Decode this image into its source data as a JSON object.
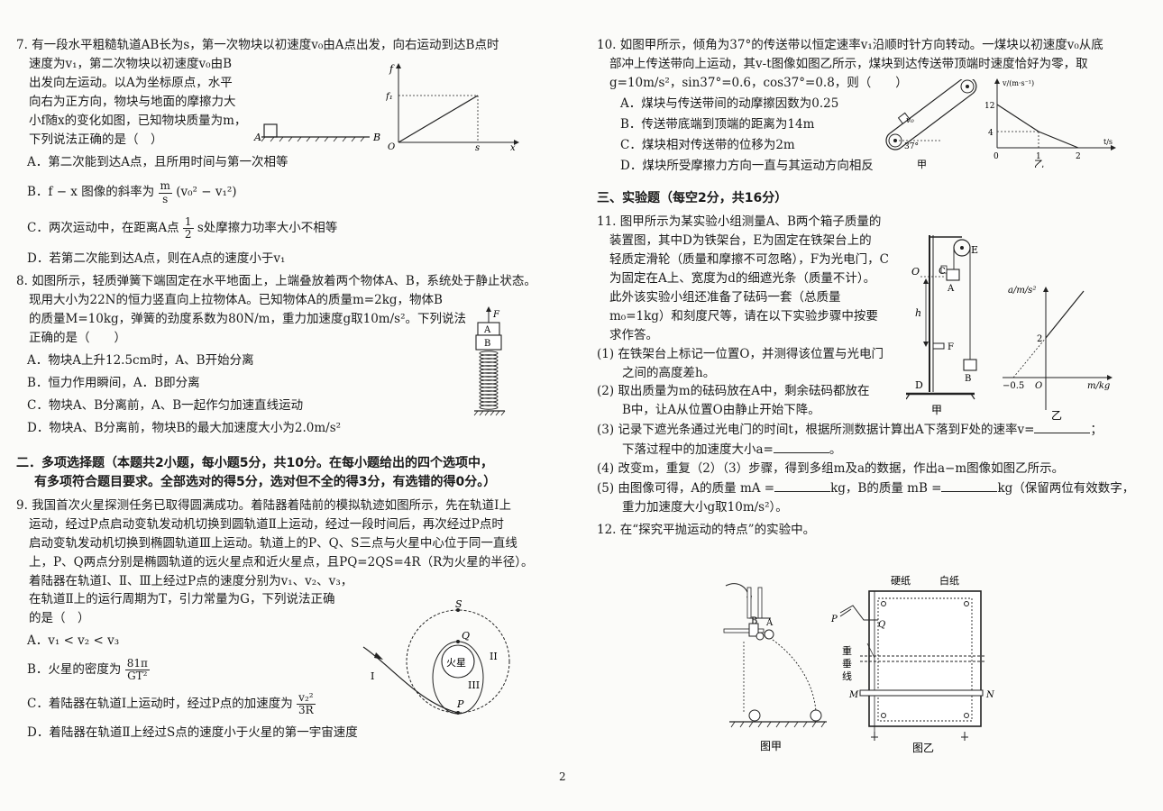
{
  "page_number": "2",
  "q7": {
    "lines": [
      "7. 有一段水平粗糙轨道AB长为s，第一次物块以初速度v₀由A点出发，向右运动到达B点时",
      "速度为v₁，第二次物块以初速度v₀由B",
      "出发向左运动。以A为坐标原点，水平",
      "向右为正方向，物块与地面的摩擦力大",
      "小f随x的变化如图，已知物块质量为m，",
      "下列说法正确的是（　）"
    ],
    "options": [
      "A．第二次能到达A点，且所用时间与第一次相等",
      "B．f − x 图像的斜率为",
      "C．两次运动中，在距离A点",
      "D．若第二次能到达A点，则在A点的速度小于v₁"
    ],
    "optB_frac_num": "m",
    "optB_frac_den": "s",
    "optB_tail": "(v₀² − v₁²)",
    "optC_frac_num": "1",
    "optC_frac_den": "2",
    "optC_tail": "s处摩擦力功率大小不相等",
    "fig_track_A": "A",
    "fig_track_B": "B",
    "fig_graph_f": "f",
    "fig_graph_f1": "f₁",
    "fig_graph_O": "O",
    "fig_graph_s": "s",
    "fig_graph_x": "x"
  },
  "q8": {
    "lines": [
      "8. 如图所示，轻质弹簧下端固定在水平地面上，上端叠放着两个物体A、B，系统处于静止状态。",
      "现用大小为22N的恒力竖直向上拉物体A。已知物体A的质量m=2kg，物体B",
      "的质量M=10kg，弹簧的劲度系数为80N/m，重力加速度g取10m/s²。下列说法",
      "正确的是（　　）"
    ],
    "options": [
      "A．物块A上升12.5cm时，A、B开始分离",
      "B．恒力作用瞬间，A．B即分离",
      "C．物块A、B分离前，A、B一起作匀加速直线运动",
      "D．物块A、B分离前，物块B的最大加速度大小为2.0m/s²"
    ],
    "fig_F": "F",
    "fig_A": "A",
    "fig_B": "B"
  },
  "section2": {
    "line1": "二．多项选择题（本题共2小题，每小题5分，共10分。在每小题给出的四个选项中，",
    "line2": "有多项符合题目要求。全部选对的得5分，选对但不全的得3分，有选错的得0分。）"
  },
  "q9": {
    "lines": [
      "9. 我国首次火星探测任务已取得圆满成功。着陆器着陆前的模拟轨迹如图所示，先在轨道Ⅰ上",
      "运动，经过P点启动变轨发动机切换到圆轨道Ⅱ上运动，经过一段时间后，再次经过P点时",
      "启动变轨发动机切换到椭圆轨道Ⅲ上运动。轨道上的P、Q、S三点与火星中心位于同一直线",
      "上，P、Q两点分别是椭圆轨道的远火星点和近火星点，且PQ=2QS=4R（R为火星的半径）。",
      "着陆器在轨道Ⅰ、Ⅱ、Ⅲ上经过P点的速度分别为v₁、v₂、v₃，",
      "在轨道Ⅱ上的运行周期为T，引力常量为G，下列说法正确",
      "的是（　）"
    ],
    "optA": "A．v₁ < v₂ < v₃",
    "optB_pre": "B．火星的密度为",
    "optB_num": "81π",
    "optB_den": "GT²",
    "optC_pre": "C．着陆器在轨道Ⅰ上运动时，经过P点的加速度为",
    "optC_num": "v₂²",
    "optC_den": "3R",
    "optD": "D．着陆器在轨道Ⅱ上经过S点的速度小于火星的第一宇宙速度",
    "fig_S": "S",
    "fig_Q": "Q",
    "fig_P": "P",
    "fig_I": "I",
    "fig_II": "II",
    "fig_III": "III",
    "fig_mars": "火星"
  },
  "q10": {
    "lines": [
      "10. 如图甲所示，倾角为37°的传送带以恒定速率v₁沿顺时针方向转动。一煤块以初速度v₀从底",
      "部冲上传送带向上运动，其v-t图像如图乙所示，煤块到达传送带顶端时速度恰好为零，取",
      "g=10m/s²，sin37°=0.6，cos37°=0.8，则（　　）"
    ],
    "options": [
      "A．煤块与传送带间的动摩擦因数为0.25",
      "B．传送带底端到顶端的距离为14m",
      "C．煤块相对传送带的位移为2m",
      "D．煤块所受摩擦力方向一直与其运动方向相反"
    ],
    "fig_jia": "甲",
    "fig_yi": "乙",
    "fig_angle": "37°",
    "fig_v0": "v₀",
    "fig_vaxis": "v/(m·s⁻¹)",
    "fig_taxis": "t/s",
    "fig_12": "12",
    "fig_4": "4",
    "fig_0": "0",
    "fig_1": "1",
    "fig_2": "2"
  },
  "section3": "三、实验题（每空2分，共16分）",
  "q11": {
    "lines": [
      "11. 图甲所示为某实验小组测量A、B两个箱子质量的",
      "装置图，其中D为铁架台，E为固定在铁架台上的",
      "轻质定滑轮（质量和摩擦不可忽略），F为光电门，C",
      "为固定在A上、宽度为d的细遮光条（质量不计）。",
      "此外该实验小组还准备了砝码一套（总质量",
      "m₀=1kg）和刻度尺等，请在以下实验步骤中按要",
      "求作答。"
    ],
    "step1a": "(1) 在铁架台上标记一位置O，并测得该位置与光电门",
    "step1b": "之间的高度差h。",
    "step2a": "(2) 取出质量为m的砝码放在A中，剩余砝码都放在",
    "step2b": "B中，让A从位置O由静止开始下降。",
    "step3a": "(3) 记录下遮光条通过光电门的时间t，根据所测数据计算出A下落到F处的速率v=",
    "step3a_tail": "；",
    "step3b": "下落过程中的加速度大小a=",
    "step3b_tail": "。",
    "step4": "(4) 改变m，重复（2）（3）步骤，得到多组m及a的数据，作出a−m图像如图乙所示。",
    "step5a_1": "(5) 由图像可得，A的质量 mA =",
    "step5a_2": "kg，B的质量 mB =",
    "step5a_3": "kg（保留两位有效数字，",
    "step5b": "重力加速度大小g取10m/s²）。",
    "fig_E": "E",
    "fig_O": "O",
    "fig_C": "C",
    "fig_A": "A",
    "fig_h": "h",
    "fig_F": "F",
    "fig_D": "D",
    "fig_B": "B",
    "fig_jia": "甲",
    "fig_yi": "乙",
    "fig_a_axis": "a/m/s²",
    "fig_m_axis": "m/kg",
    "fig_2": "2",
    "fig_neg05": "−0.5",
    "fig_origin": "O"
  },
  "q12": {
    "line": "12. 在“探究平抛运动的特点”的实验中。",
    "fig_hardboard": "硬纸",
    "fig_whitepaper": "白纸",
    "fig_P": "P",
    "fig_Q": "Q",
    "fig_plumb1": "重",
    "fig_plumb2": "垂",
    "fig_plumb3": "线",
    "fig_M": "M",
    "fig_N": "N",
    "fig_A": "A",
    "fig_B": "B",
    "fig_jia": "图甲",
    "fig_yi": "图乙"
  }
}
